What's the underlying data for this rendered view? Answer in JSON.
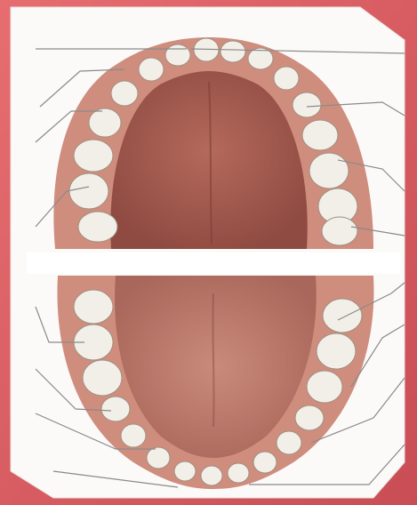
{
  "figure": {
    "background_color": "#e2666a",
    "card_color": "#fbfaf8",
    "arch_color": "#cf8d7e",
    "palate_color": "#a65b50",
    "tongue_color": "#bd7a6c",
    "tooth_color": "#f2efe8",
    "leader_line_color": "#8a8a8a",
    "upper_arch": {
      "left_leaders": 4,
      "right_leaders": 4
    },
    "lower_arch": {
      "left_leaders": 4,
      "right_leaders": 4
    }
  }
}
